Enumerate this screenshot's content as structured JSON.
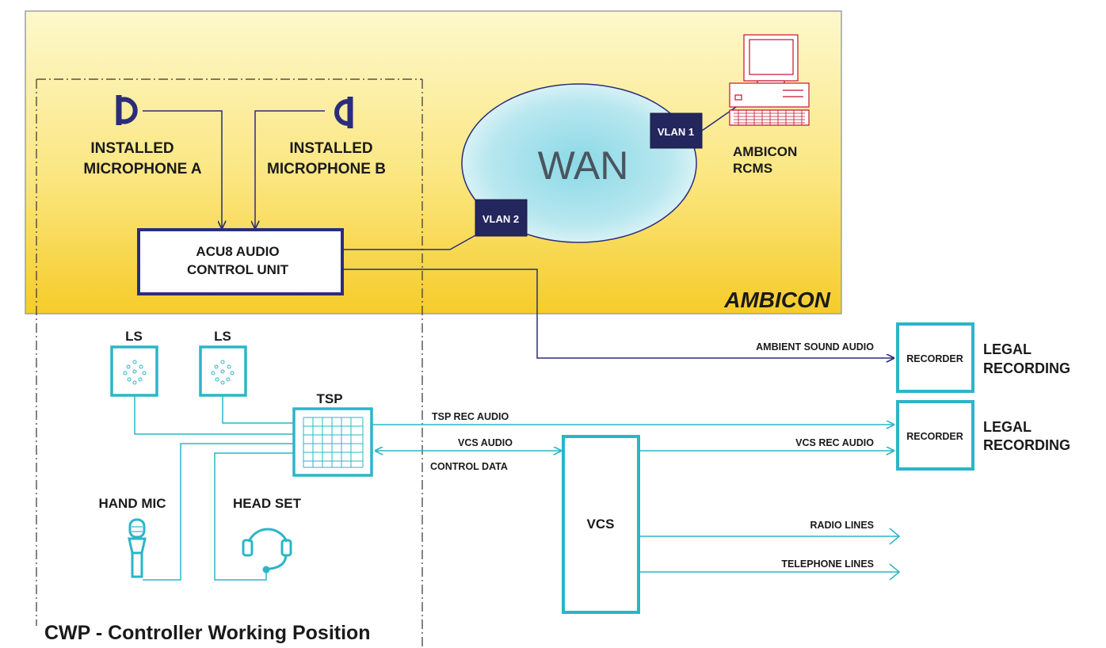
{
  "ambicon": {
    "title": "AMBICON",
    "mic_a": {
      "line1": "INSTALLED",
      "line2": "MICROPHONE A"
    },
    "mic_b": {
      "line1": "INSTALLED",
      "line2": "MICROPHONE B"
    },
    "acu": {
      "line1": "ACU8 AUDIO",
      "line2": "CONTROL UNIT"
    },
    "wan": "WAN",
    "vlan1": "VLAN 1",
    "vlan2": "VLAN 2",
    "rcms": {
      "line1": "AMBICON",
      "line2": "RCMS"
    }
  },
  "cwp": {
    "title": "CWP - Controller Working Position",
    "ls1": "LS",
    "ls2": "LS",
    "tsp": "TSP",
    "hand_mic": "HAND MIC",
    "head_set": "HEAD SET"
  },
  "links": {
    "ambient_sound_audio": "AMBIENT SOUND  AUDIO",
    "tsp_rec_audio": "TSP REC AUDIO",
    "vcs_audio": "VCS  AUDIO",
    "control_data": "CONTROL DATA",
    "vcs_rec_audio": "VCS  REC  AUDIO",
    "radio_lines": "RADIO LINES",
    "telephone_lines": "TELEPHONE LINES"
  },
  "vcs": "VCS",
  "recorders": [
    {
      "box": "RECORDER",
      "line1": "LEGAL",
      "line2": "RECORDING"
    },
    {
      "box": "RECORDER",
      "line1": "LEGAL",
      "line2": "RECORDING"
    }
  ],
  "colors": {
    "navy": "#2b2d7a",
    "teal": "#2bb5c9",
    "ambicon_bg_top": "#fdf8c8",
    "ambicon_bg_bottom": "#f7cf2c",
    "wan_fill": "#9bdde8"
  }
}
